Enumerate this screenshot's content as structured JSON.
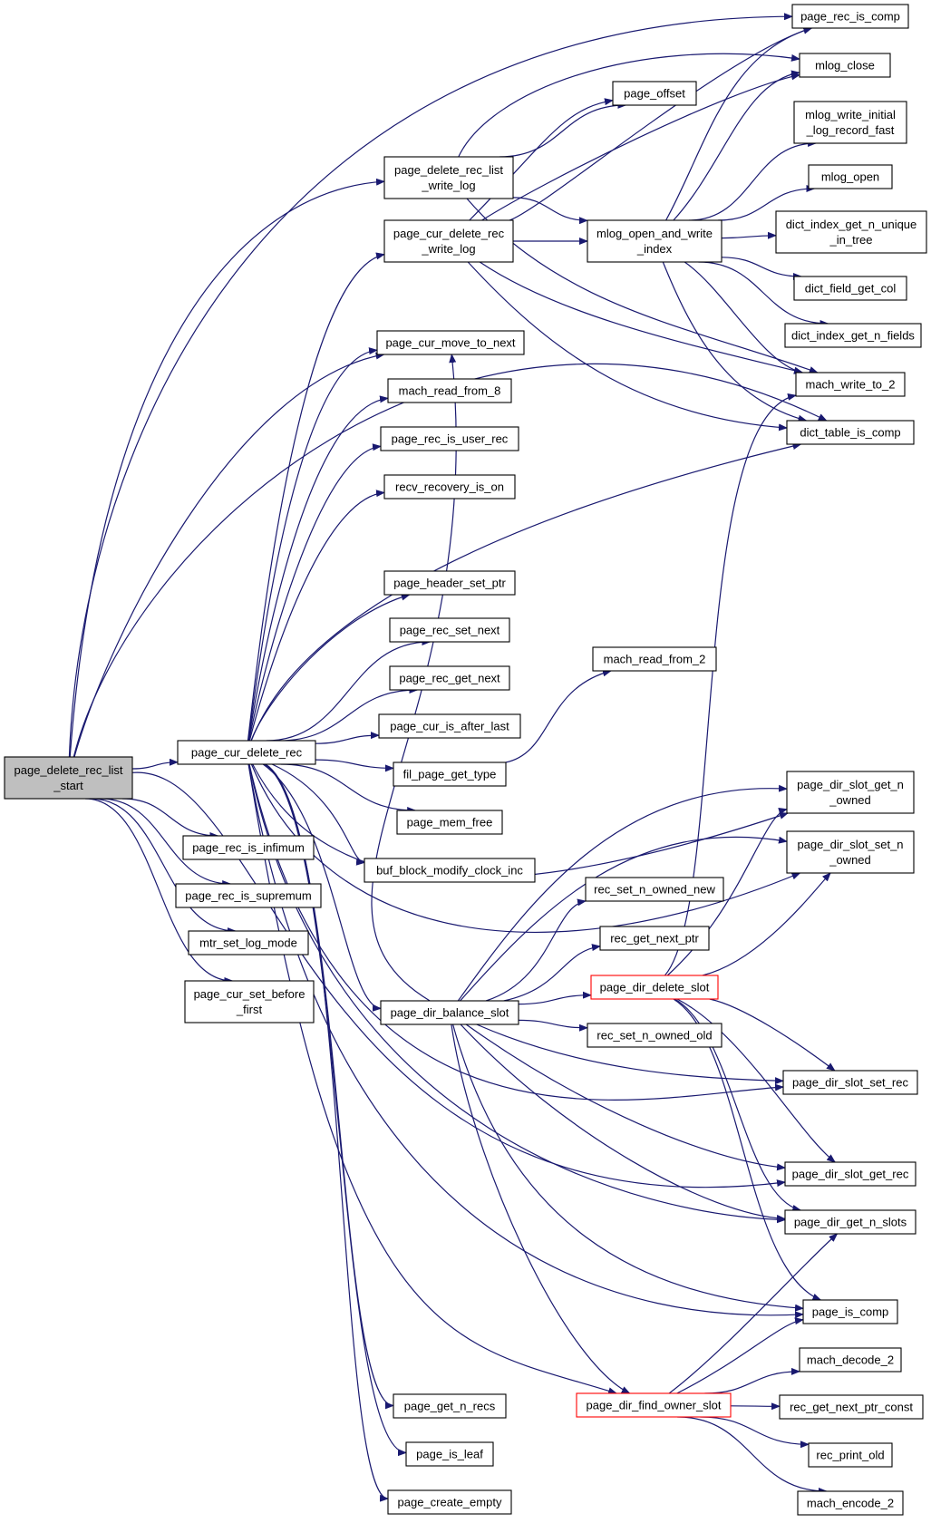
{
  "colors": {
    "edge": "#191970",
    "root_fill": "#bfbfbf",
    "highlight_border": "#ff0000"
  },
  "nodes": {
    "root": [
      "page_delete_rec_list",
      "_start"
    ],
    "page_cur_delete_rec": [
      "page_cur_delete_rec"
    ],
    "page_rec_is_infimum": [
      "page_rec_is_infimum"
    ],
    "page_rec_is_supremum": [
      "page_rec_is_supremum"
    ],
    "mtr_set_log_mode": [
      "mtr_set_log_mode"
    ],
    "page_cur_set_before_first": [
      "page_cur_set_before",
      "_first"
    ],
    "page_delete_rec_list_write_log": [
      "page_delete_rec_list",
      "_write_log"
    ],
    "page_cur_delete_rec_write_log": [
      "page_cur_delete_rec",
      "_write_log"
    ],
    "page_cur_move_to_next": [
      "page_cur_move_to_next"
    ],
    "mach_read_from_8": [
      "mach_read_from_8"
    ],
    "page_rec_is_user_rec": [
      "page_rec_is_user_rec"
    ],
    "recv_recovery_is_on": [
      "recv_recovery_is_on"
    ],
    "page_header_set_ptr": [
      "page_header_set_ptr"
    ],
    "page_rec_set_next": [
      "page_rec_set_next"
    ],
    "page_rec_get_next": [
      "page_rec_get_next"
    ],
    "page_cur_is_after_last": [
      "page_cur_is_after_last"
    ],
    "fil_page_get_type": [
      "fil_page_get_type"
    ],
    "page_mem_free": [
      "page_mem_free"
    ],
    "buf_block_modify_clock_inc": [
      "buf_block_modify_clock_inc"
    ],
    "page_dir_balance_slot": [
      "page_dir_balance_slot"
    ],
    "page_get_n_recs": [
      "page_get_n_recs"
    ],
    "page_is_leaf": [
      "page_is_leaf"
    ],
    "page_create_empty": [
      "page_create_empty"
    ],
    "page_offset": [
      "page_offset"
    ],
    "mlog_open_and_write_index": [
      "mlog_open_and_write",
      "_index"
    ],
    "mach_read_from_2": [
      "mach_read_from_2"
    ],
    "rec_set_n_owned_new": [
      "rec_set_n_owned_new"
    ],
    "rec_get_next_ptr": [
      "rec_get_next_ptr"
    ],
    "page_dir_delete_slot": [
      "page_dir_delete_slot"
    ],
    "rec_set_n_owned_old": [
      "rec_set_n_owned_old"
    ],
    "page_dir_find_owner_slot": [
      "page_dir_find_owner_slot"
    ],
    "page_rec_is_comp": [
      "page_rec_is_comp"
    ],
    "mlog_close": [
      "mlog_close"
    ],
    "mlog_write_initial_log_record_fast": [
      "mlog_write_initial",
      "_log_record_fast"
    ],
    "mlog_open": [
      "mlog_open"
    ],
    "dict_index_get_n_unique_in_tree": [
      "dict_index_get_n_unique",
      "_in_tree"
    ],
    "dict_field_get_col": [
      "dict_field_get_col"
    ],
    "dict_index_get_n_fields": [
      "dict_index_get_n_fields"
    ],
    "mach_write_to_2": [
      "mach_write_to_2"
    ],
    "dict_table_is_comp": [
      "dict_table_is_comp"
    ],
    "page_dir_slot_get_n_owned": [
      "page_dir_slot_get_n",
      "_owned"
    ],
    "page_dir_slot_set_n_owned": [
      "page_dir_slot_set_n",
      "_owned"
    ],
    "page_dir_slot_set_rec": [
      "page_dir_slot_set_rec"
    ],
    "page_dir_slot_get_rec": [
      "page_dir_slot_get_rec"
    ],
    "page_dir_get_n_slots": [
      "page_dir_get_n_slots"
    ],
    "page_is_comp": [
      "page_is_comp"
    ],
    "mach_decode_2": [
      "mach_decode_2"
    ],
    "rec_get_next_ptr_const": [
      "rec_get_next_ptr_const"
    ],
    "rec_print_old": [
      "rec_print_old"
    ],
    "mach_encode_2": [
      "mach_encode_2"
    ]
  }
}
